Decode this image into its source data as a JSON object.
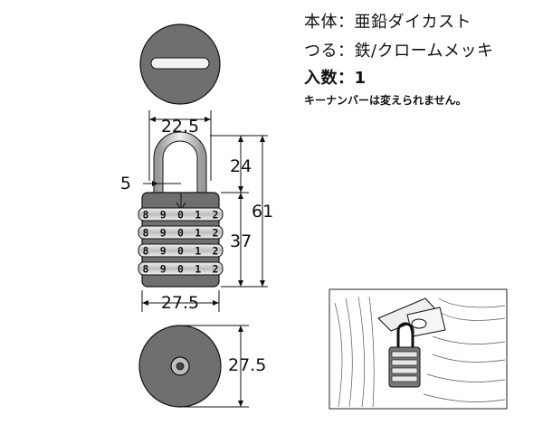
{
  "specs": {
    "body_label": "本体",
    "body_value": "亜鉛ダイカスト",
    "shackle_label": "つる",
    "shackle_value": "鉄/クロームメッキ",
    "qty_label": "入数",
    "qty_value": "1",
    "separator": "：",
    "note": "キーナンバーは変えられません。"
  },
  "dimensions": {
    "shackle_width": "22.5",
    "shackle_height": "24",
    "shackle_thickness": "5",
    "total_height": "61",
    "body_height": "37",
    "body_width": "27.5",
    "bottom_diameter": "27.5"
  },
  "dial": {
    "digits": [
      "8",
      "9",
      "0",
      "1",
      "2"
    ],
    "rows": 4
  },
  "colors": {
    "body_fill": "#6f6f6f",
    "body_dark": "#4a4a4a",
    "ring_fill": "#d9d9d9",
    "shackle_fill": "#cfcfcf",
    "line": "#111111"
  },
  "icons": {
    "top_view": "padlock-top-view-icon",
    "front_view": "padlock-front-view-icon",
    "bottom_view": "padlock-bottom-view-icon",
    "usage_photo": "padlock-usage-illustration-icon"
  }
}
